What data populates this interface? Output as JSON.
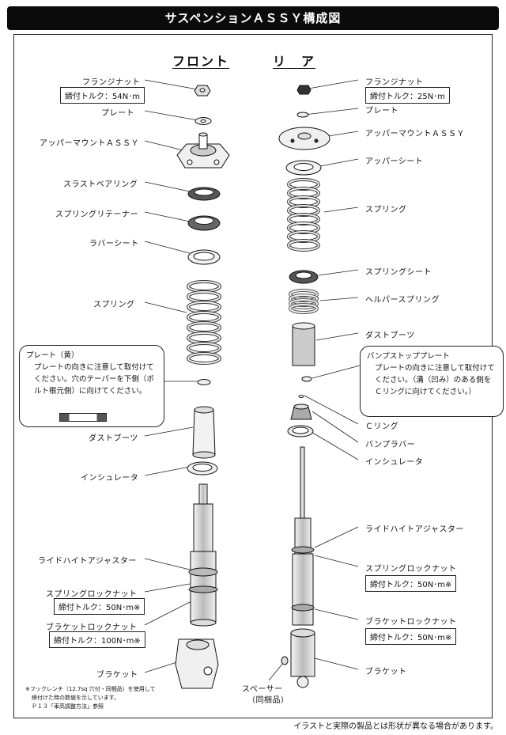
{
  "title": "サスペンションＡＳＳＹ構成図",
  "columns": {
    "front": "フロント",
    "rear": "リ　ア"
  },
  "front_labels": {
    "flange_nut": "フランジナット",
    "flange_nut_torque": "締付トルク：54N･m",
    "plate": "プレート",
    "upper_mount": "アッパーマウントＡＳＳＹ",
    "thrust_bearing": "スラストベアリング",
    "spring_retainer": "スプリングリテーナー",
    "rubber_seat": "ラバーシート",
    "spring": "スプリング",
    "dust_boots": "ダストブーツ",
    "insulator": "インシュレータ",
    "ride_height_adjuster": "ライドハイトアジャスター",
    "spring_lock_nut": "スプリングロックナット",
    "spring_lock_nut_torque": "締付トルク：50N･m※",
    "bracket_lock_nut": "ブラケットロックナット",
    "bracket_lock_nut_torque": "締付トルク：100N･m※",
    "bracket": "ブラケット"
  },
  "front_callout": {
    "title": "プレート（黄）",
    "body": "プレートの向きに注意して取付けてください。穴のテーパーを下側（ボルト根元側）に向けてください。"
  },
  "rear_labels": {
    "flange_nut": "フランジナット",
    "flange_nut_torque": "締付トルク：25N･m",
    "plate": "プレート",
    "upper_mount": "アッパーマウントＡＳＳＹ",
    "upper_seat": "アッパーシート",
    "spring": "スプリング",
    "spring_seat": "スプリングシート",
    "helper_spring": "ヘルパースプリング",
    "dust_boots": "ダストブーツ",
    "c_ring": "Ｃリング",
    "bump_rubber": "バンプラバー",
    "insulator": "インシュレータ",
    "ride_height_adjuster": "ライドハイトアジャスター",
    "spring_lock_nut": "スプリングロックナット",
    "spring_lock_nut_torque": "締付トルク：50N･m※",
    "bracket_lock_nut": "ブラケットロックナット",
    "bracket_lock_nut_torque": "締付トルク：50N･m※",
    "bracket": "ブラケット",
    "spacer": "スペーサー",
    "spacer_note": "（同梱品）"
  },
  "rear_callout": {
    "title": "バンプストッププレート",
    "body": "プレートの向きに注意して取付けてください。（溝（凹み）のある側をＣリングに向けてください。）"
  },
  "footnote": {
    "line1": "※フックレンチ（12.7sq 穴付・同梱品）を使用して",
    "line2": "締付けた時の数値を示しています。",
    "line3": "Ｐ１３「車高調整方法」参照"
  },
  "disclaimer": "イラストと実際の製品とは形状が異なる場合があります。"
}
